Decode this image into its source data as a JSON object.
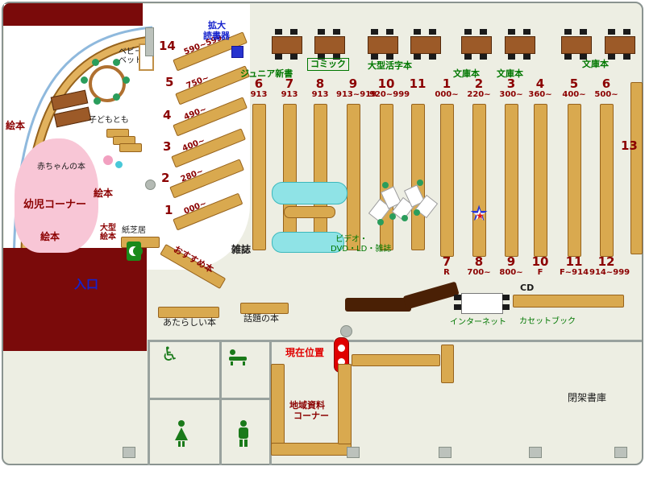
{
  "colors": {
    "floor": "#edeee3",
    "wall_dark_red": "#7a0a0a",
    "wood": "#d9a94f",
    "text_dark_red": "#8b0000",
    "text_green": "#007700",
    "text_blue": "#1522cc",
    "marker_red": "#e00000",
    "pink_area": "#f8c6d6",
    "sofa_cyan": "#8fe3e6"
  },
  "icons": {
    "wheelchair": "♿",
    "star": "★"
  },
  "labels": {
    "entrance": "入口",
    "current_location": "現在位置",
    "infant_corner": "幼児コーナー",
    "baby_books": "赤ちゃんの本",
    "picture_books": "絵本",
    "kodomo_no_tomo": "子どもとも",
    "baby_bed_l1": "ベビー",
    "baby_bed_l2": "ベッド",
    "large_picture_l1": "大型",
    "large_picture_l2": "絵本",
    "kamishibai": "紙芝居",
    "recommended": "おすすめ本",
    "magnifier_l1": "拡大",
    "magnifier_l2": "読書器",
    "junior_shinsho": "ジュニア新書",
    "comic": "コミック",
    "large_print": "大型活字本",
    "bunko": "文庫本",
    "magazines": "雑誌",
    "video_l1": "ビデオ・",
    "video_l2": "DVD・LD・雑誌",
    "new_books": "あたらしい本",
    "topic_books": "話題の本",
    "internet": "インターネット",
    "cd": "CD",
    "cassette_book": "カセットブック",
    "local_l1": "地域資料",
    "local_l2": "コーナー",
    "closed_stacks": "閉架書庫",
    "shelf_13": "13"
  },
  "diagonal_shelves": [
    {
      "num": "14",
      "range": "590~599"
    },
    {
      "num": "5",
      "range": "750~"
    },
    {
      "num": "4",
      "range": "490~"
    },
    {
      "num": "3",
      "range": "400~"
    },
    {
      "num": "2",
      "range": "280~"
    },
    {
      "num": "1",
      "range": "000~"
    }
  ],
  "left_columns": [
    {
      "num": "6",
      "range": "913"
    },
    {
      "num": "7",
      "range": "913"
    },
    {
      "num": "8",
      "range": "913"
    },
    {
      "num": "9",
      "range": "913~919"
    },
    {
      "num": "10",
      "range": "920~999"
    },
    {
      "num": "11",
      "range": ""
    }
  ],
  "right_columns_top": [
    {
      "num": "1",
      "range": "000~"
    },
    {
      "num": "2",
      "range": "220~"
    },
    {
      "num": "3",
      "range": "300~"
    },
    {
      "num": "4",
      "range": "360~"
    },
    {
      "num": "5",
      "range": "400~"
    },
    {
      "num": "6",
      "range": "500~"
    }
  ],
  "right_columns_bottom": [
    {
      "num": "7",
      "range": "R"
    },
    {
      "num": "8",
      "range": "700~"
    },
    {
      "num": "9",
      "range": "800~"
    },
    {
      "num": "10",
      "range": "F"
    },
    {
      "num": "11",
      "range": "F~914"
    },
    {
      "num": "12",
      "range": "914~999"
    }
  ]
}
